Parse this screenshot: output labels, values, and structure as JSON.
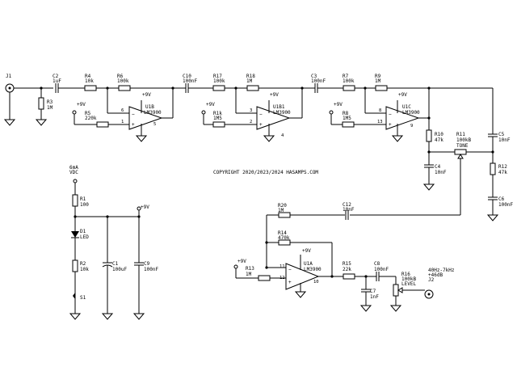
{
  "copyright": "COPYRIGHT 2020/2023/2024 HASAMPS.COM",
  "connectors": {
    "j1": "J1",
    "j2": "J2",
    "j2_note_1": "40Hz-7kHz",
    "j2_note_2": "+46dB"
  },
  "power": {
    "vdc_1": "6mA",
    "vdc_2": "VDC",
    "supply": "+9V"
  },
  "components": {
    "c2": {
      "ref": "C2",
      "val": "1uF"
    },
    "r3": {
      "ref": "R3",
      "val": "1M"
    },
    "r4": {
      "ref": "R4",
      "val": "10k"
    },
    "r6": {
      "ref": "R6",
      "val": "100k"
    },
    "r5": {
      "ref": "R5",
      "val": "220k"
    },
    "u1b": {
      "ref": "U1B",
      "val": "LM3900"
    },
    "c10": {
      "ref": "C10",
      "val": "100nF"
    },
    "r17": {
      "ref": "R17",
      "val": "100k"
    },
    "r18": {
      "ref": "R18",
      "val": "1M"
    },
    "r16b": {
      "ref": "R1k",
      "val": "1M5"
    },
    "u1b1": {
      "ref": "U1B1",
      "val": "LM3900"
    },
    "c3": {
      "ref": "C3",
      "val": "100nF"
    },
    "r7": {
      "ref": "R7",
      "val": "100k"
    },
    "r9": {
      "ref": "R9",
      "val": "1M"
    },
    "r8": {
      "ref": "R8",
      "val": "1M5"
    },
    "u1c": {
      "ref": "U1C",
      "val": "LM3900"
    },
    "r10": {
      "ref": "R10",
      "val": "47k"
    },
    "c4": {
      "ref": "C4",
      "val": "10nF"
    },
    "r11": {
      "ref": "R11",
      "val": "100kB",
      "name": "TONE"
    },
    "c5": {
      "ref": "C5",
      "val": "10nF"
    },
    "r12": {
      "ref": "R12",
      "val": "47k"
    },
    "c6": {
      "ref": "C6",
      "val": "100nF"
    },
    "r1": {
      "ref": "R1",
      "val": "100"
    },
    "d1": {
      "ref": "D1",
      "val": "LED"
    },
    "r2": {
      "ref": "R2",
      "val": "10k"
    },
    "s1": {
      "ref": "S1"
    },
    "c1": {
      "ref": "C1",
      "val": "100uF"
    },
    "c9": {
      "ref": "C9",
      "val": "100nF"
    },
    "r20": {
      "ref": "R20",
      "val": "1M"
    },
    "c12": {
      "ref": "C12",
      "val": "10nF"
    },
    "r14": {
      "ref": "R14",
      "val": "470k"
    },
    "r13": {
      "ref": "R13",
      "val": "1M"
    },
    "u1a": {
      "ref": "U1A",
      "val": "LM3900"
    },
    "r15": {
      "ref": "R15",
      "val": "22k"
    },
    "c8": {
      "ref": "C8",
      "val": "100nF"
    },
    "c7": {
      "ref": "C7",
      "val": "1nF"
    },
    "r16": {
      "ref": "R16",
      "val": "100kB",
      "name": "LEVEL"
    }
  },
  "pins": {
    "u1b_in_neg": "6",
    "u1b_in_pos": "1",
    "u1b_out": "5",
    "u1b1_in_neg": "3",
    "u1b1_in_pos": "2",
    "u1b1_out": "4",
    "u1c_in_neg": "8",
    "u1c_in_pos": "13",
    "u1c_out": "9",
    "u1a_in_neg": "11",
    "u1a_in_pos": "12",
    "u1a_out": "10"
  }
}
